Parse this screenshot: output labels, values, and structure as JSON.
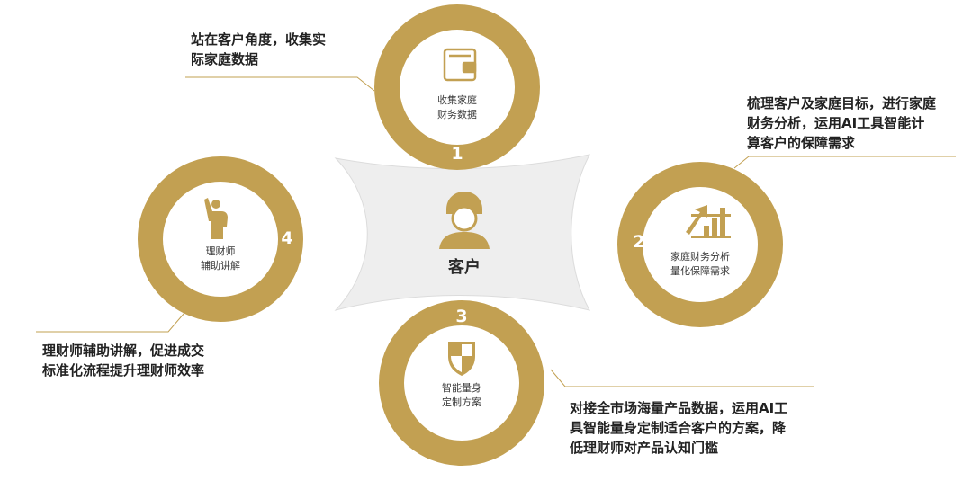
{
  "center": {
    "label": "客户"
  },
  "colors": {
    "gold": "#c2a052",
    "shape": "#eeeeee",
    "line": "#c2a052"
  },
  "nodes": [
    {
      "number": "1",
      "title_line1": "收集家庭",
      "title_line2": "财务数据",
      "icon": "wallet-icon",
      "description": [
        "站在客户角度，收集实",
        "际家庭数据"
      ]
    },
    {
      "number": "2",
      "title_line1": "家庭财务分析",
      "title_line2": "量化保障需求",
      "icon": "growth-chart-icon",
      "description": [
        "梳理客户及家庭目标，进行家庭",
        "财务分析，运用AI工具智能计",
        "算客户的保障需求"
      ]
    },
    {
      "number": "3",
      "title_line1": "智能量身",
      "title_line2": "定制方案",
      "icon": "shield-icon",
      "description": [
        "对接全市场海量产品数据，运用AI工",
        "具智能量身定制适合客户的方案，降",
        "低理财师对产品认知门槛"
      ]
    },
    {
      "number": "4",
      "title_line1": "理财师",
      "title_line2": "辅助讲解",
      "icon": "presenter-icon",
      "description": [
        "理财师辅助讲解，促进成交",
        "标准化流程提升理财师效率"
      ]
    }
  ]
}
